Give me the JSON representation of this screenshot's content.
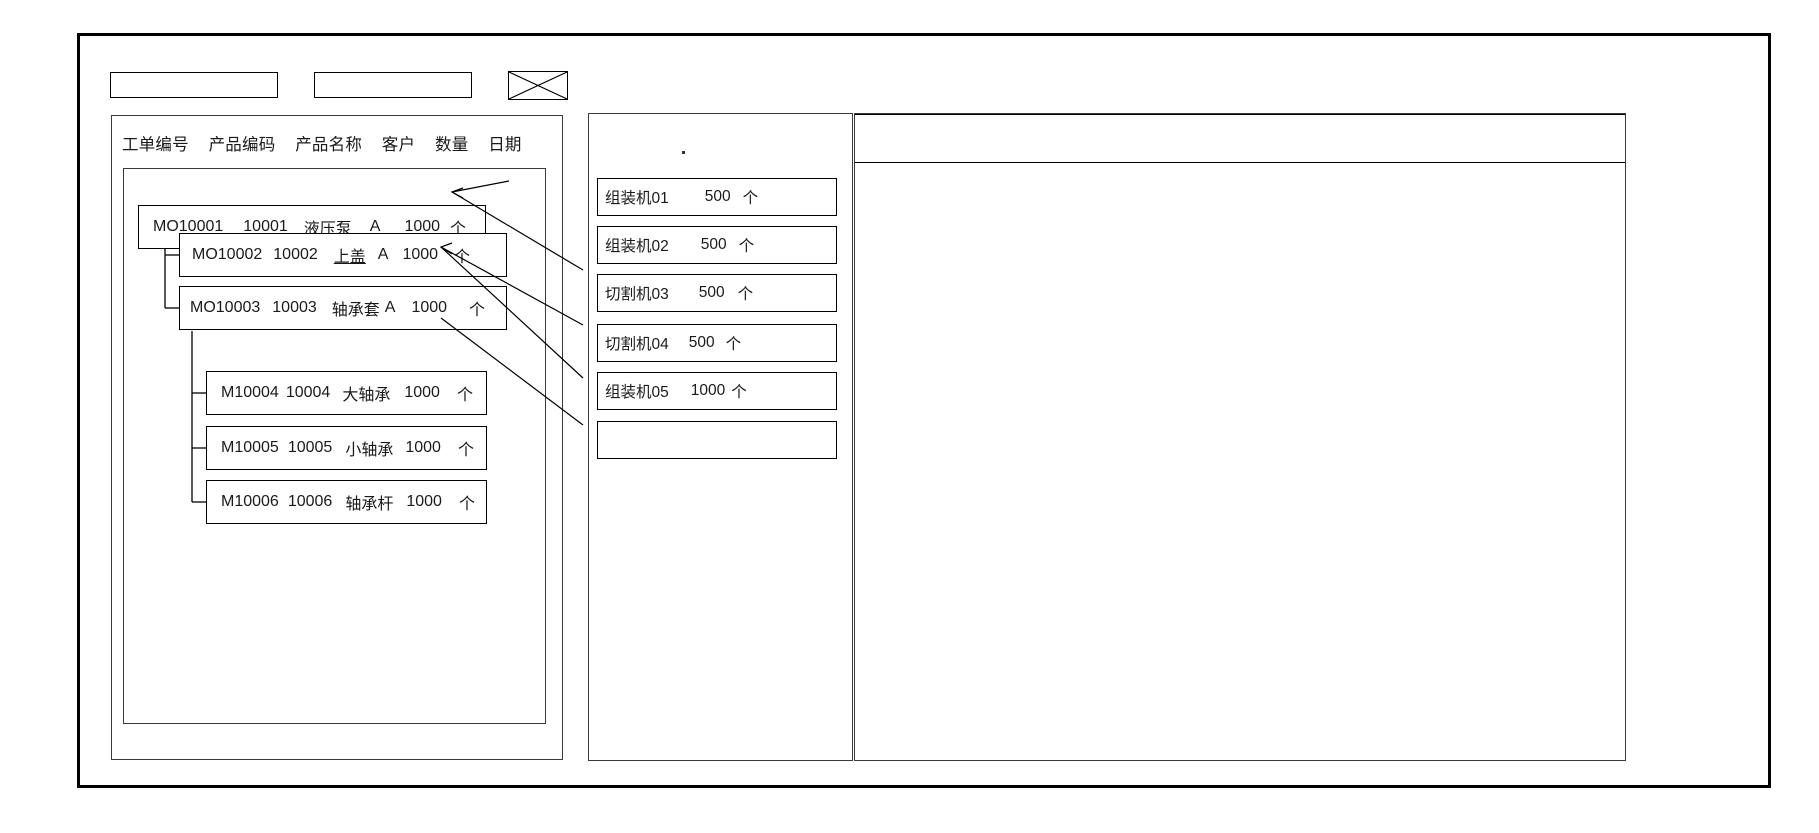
{
  "window": {
    "title": ""
  },
  "toolbar": {
    "search_field_value": "",
    "search_field_placeholder": "",
    "filter_field_value": "",
    "filter_field_placeholder": "",
    "image_placeholder_icon": "image-placeholder-icon"
  },
  "left_panel": {
    "columns": [
      "工单编号",
      "产品编码",
      "产品名称",
      "客户",
      "数量",
      "日期"
    ],
    "rows": [
      {
        "level": 0,
        "order_no": "MO10001",
        "product_code": "10001",
        "product_name": "液压泵",
        "customer": "A",
        "quantity": "1000",
        "unit": "个"
      },
      {
        "level": 1,
        "order_no": "MO10002",
        "product_code": "10002",
        "product_name": "上盖",
        "customer": "A",
        "quantity": "1000",
        "unit": "个"
      },
      {
        "level": 1,
        "order_no": "MO10003",
        "product_code": "10003",
        "product_name": "轴承套",
        "customer": "A",
        "quantity": "1000",
        "unit": "个"
      },
      {
        "level": 2,
        "order_no": "M10004",
        "product_code": "10004",
        "product_name": "大轴承",
        "customer": "",
        "quantity": "1000",
        "unit": "个"
      },
      {
        "level": 2,
        "order_no": "M10005",
        "product_code": "10005",
        "product_name": "小轴承",
        "customer": "",
        "quantity": "1000",
        "unit": "个"
      },
      {
        "level": 2,
        "order_no": "M10006",
        "product_code": "10006",
        "product_name": "轴承杆",
        "customer": "",
        "quantity": "1000",
        "unit": "个"
      }
    ]
  },
  "middle_panel": {
    "machines": [
      {
        "name": "组装机01",
        "quantity": "500",
        "unit": "个"
      },
      {
        "name": "组装机02",
        "quantity": "500",
        "unit": "个"
      },
      {
        "name": "切割机03",
        "quantity": "500",
        "unit": "个"
      },
      {
        "name": "切割机04",
        "quantity": "500",
        "unit": "个"
      },
      {
        "name": "组装机05",
        "quantity": "1000",
        "unit": "个"
      },
      {
        "name": "",
        "quantity": "",
        "unit": ""
      }
    ]
  },
  "right_panel": {
    "header_text": "",
    "body_text": ""
  },
  "colors": {
    "frame": "#000000",
    "panel_border": "#3a3a3a",
    "box_border": "#000000",
    "background": "#ffffff",
    "text": "#1a1a1a"
  }
}
